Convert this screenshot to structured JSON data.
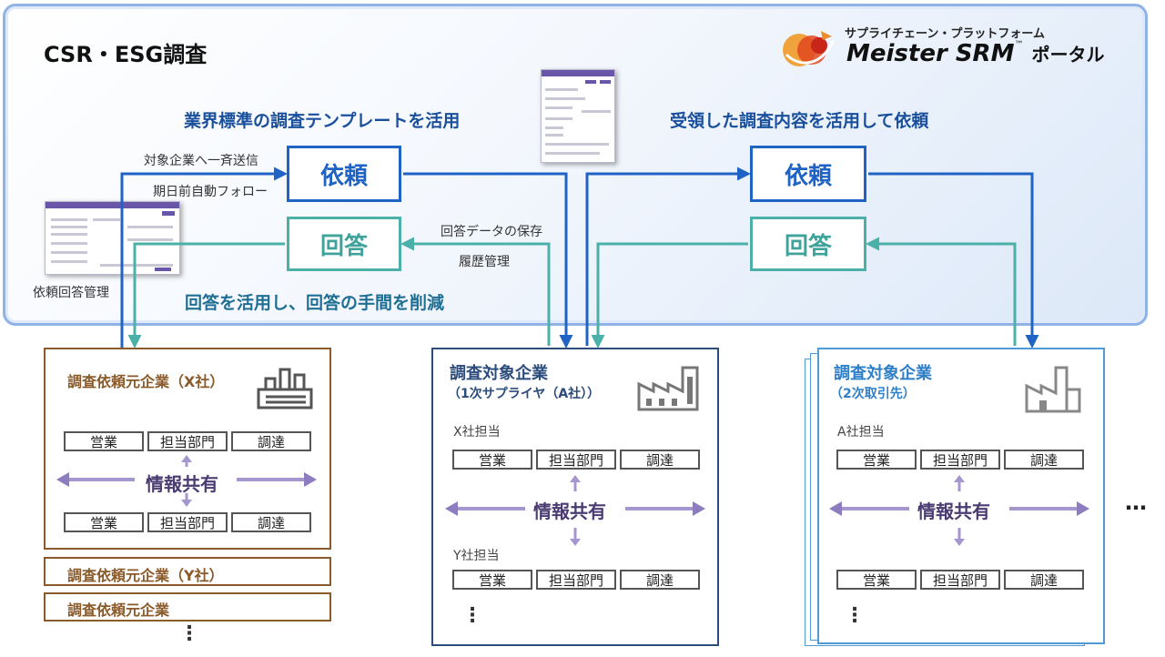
{
  "header": {
    "title": "CSR・ESG調査",
    "logo_tagline": "サプライチェーン・プラットフォーム",
    "logo_brand": "Meister SRM",
    "logo_tm": "™",
    "logo_suffix": "ポータル"
  },
  "portal": {
    "heading_left": "業界標準の調査テンプレートを活用",
    "heading_right": "受領した調査内容を活用して依頼",
    "heading_bottom": "回答を活用し、回答の手間を削減",
    "label_send": "対象企業へ一斉送信",
    "label_follow": "期日前自動フォロー",
    "label_save": "回答データの保存",
    "label_history": "履歴管理",
    "thumb_caption": "依頼回答管理",
    "request_label": "依頼",
    "answer_label": "回答"
  },
  "departments": [
    "営業",
    "担当部門",
    "調達"
  ],
  "share_label": "情報共有",
  "requester": {
    "title": "調査依頼元企業（X社）",
    "title_y": "調査依頼元企業（Y社）",
    "title_more": "調査依頼元企業",
    "more": "⋮"
  },
  "target": {
    "title": "調査対象企業",
    "subtitle": "（1次サプライヤ（A社））",
    "group1": "X社担当",
    "group2": "Y社担当",
    "more": "⋮"
  },
  "secondary": {
    "title": "調査対象企業",
    "subtitle": "（2次取引先）",
    "group1": "A社担当",
    "more": "⋮"
  },
  "right_more": "…",
  "colors": {
    "request": "#1f64c4",
    "answer": "#4bb1a8",
    "requester": "#8a5a2a",
    "target": "#2c4c7c",
    "secondary": "#4f9ad6",
    "share_arrow": "#8d7cc0"
  },
  "icons": [
    "meister-logo-icon",
    "factory-icon-x",
    "factory-icon-a",
    "factory-icon-secondary"
  ]
}
